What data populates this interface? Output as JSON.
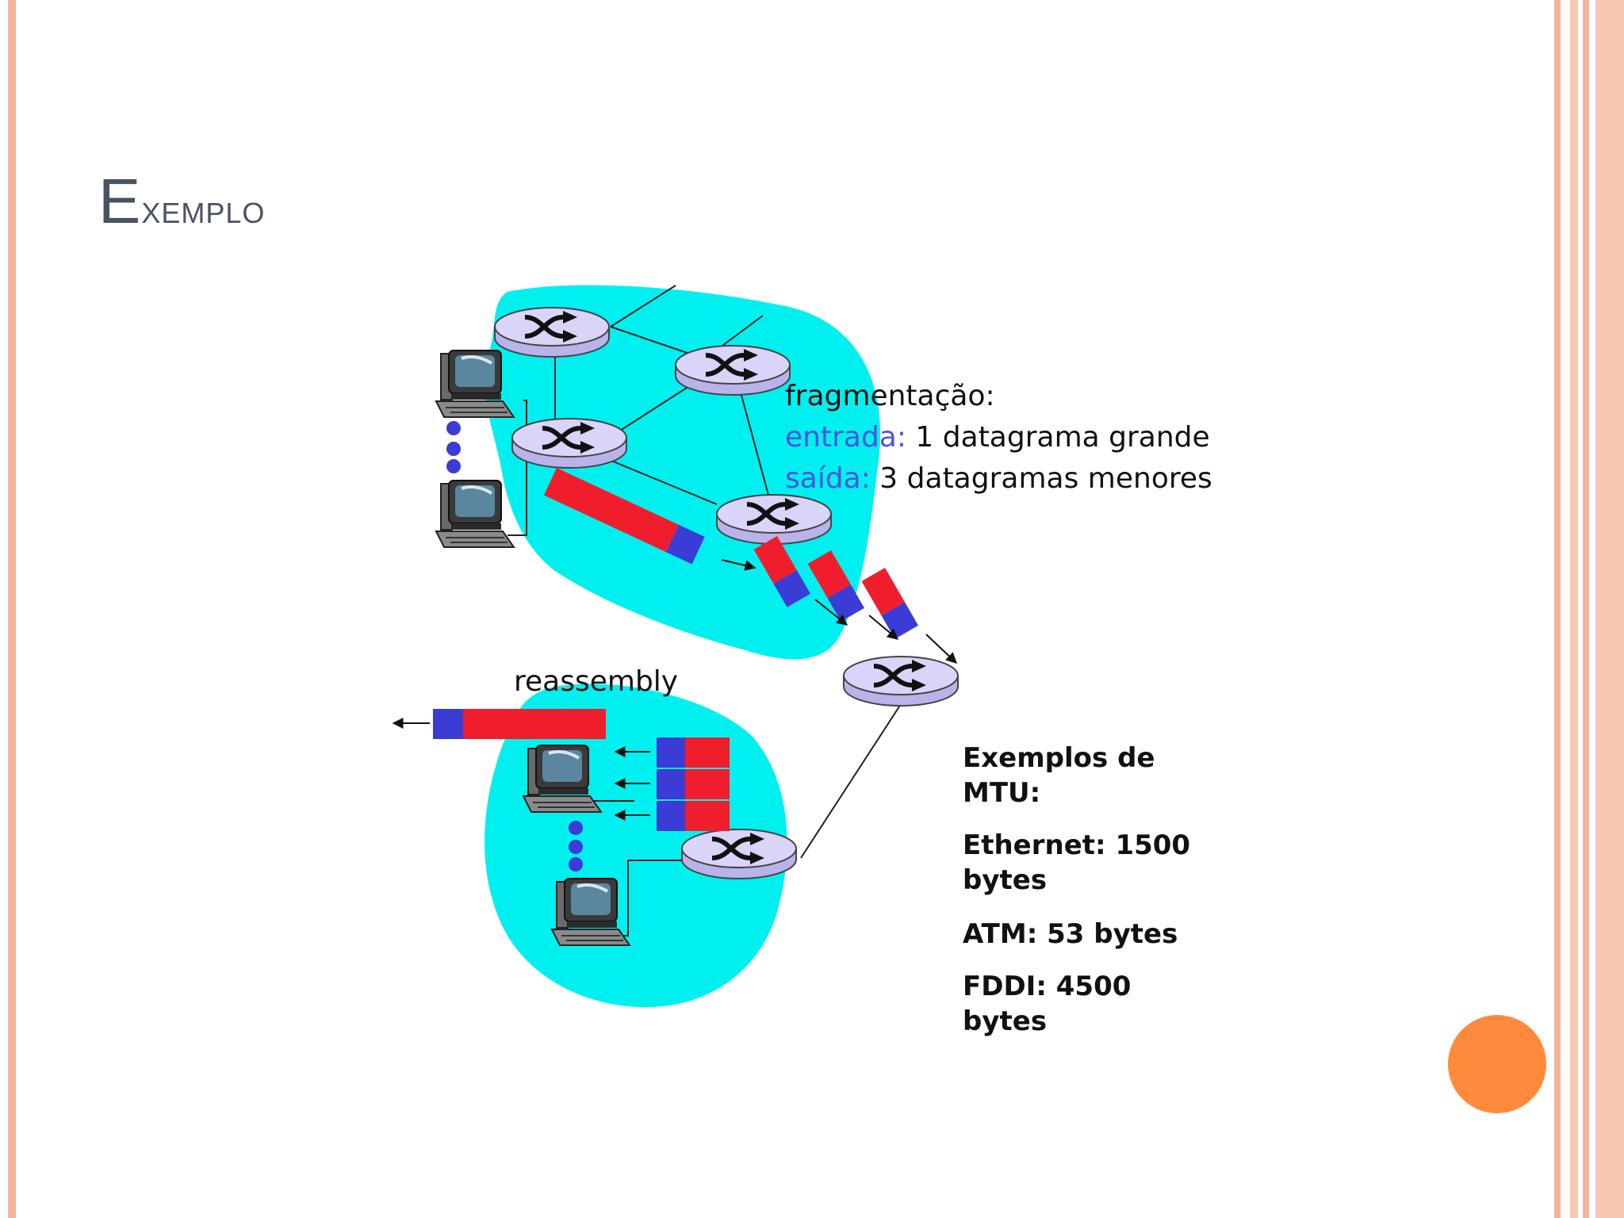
{
  "slide": {
    "title_first": "E",
    "title_rest": "xemplo"
  },
  "colors": {
    "network_cloud": "#00f0f0",
    "fragment_header": "#3b3bd6",
    "fragment_data": "#f01e2c",
    "accent_circle": "#ff8a3c",
    "border_stripe": "#f6b29b",
    "label_highlight": "#4d55d8"
  },
  "icons": {
    "router": "router-icon",
    "host": "desktop-computer-icon"
  },
  "diagram": {
    "fragmentation": {
      "heading": "fragmentação:",
      "input_label": "entrada:",
      "input_text": " 1 datagrama grande",
      "output_label": "saída:",
      "output_text": " 3 datagramas menores"
    },
    "reassembly_label": "reassembly",
    "mtu": {
      "heading_line1": "Exemplos de",
      "heading_line2": "MTU:",
      "ethernet_line1": "Ethernet: 1500",
      "ethernet_line2": "bytes",
      "atm": "ATM: 53 bytes",
      "fddi_line1": "FDDI: 4500",
      "fddi_line2": "bytes"
    }
  }
}
